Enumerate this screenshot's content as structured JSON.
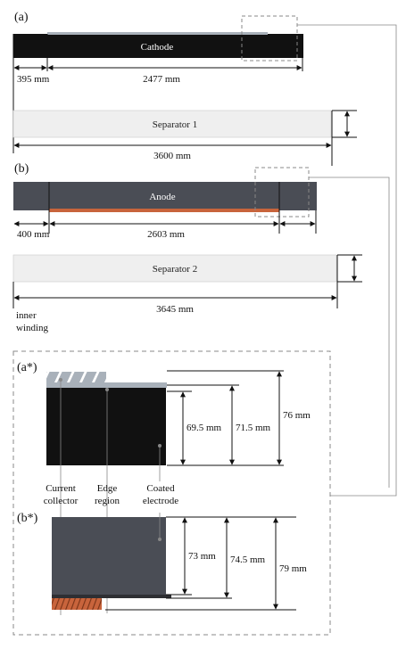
{
  "panels": {
    "a": "(a)",
    "b": "(b)",
    "a_star": "(a*)",
    "b_star": "(b*)"
  },
  "bars": {
    "cathode": "Cathode",
    "separator1": "Separator 1",
    "anode": "Anode",
    "separator2": "Separator 2"
  },
  "dimensions": {
    "cathode_start": "395 mm",
    "cathode_length": "2477 mm",
    "separator1_length": "3600 mm",
    "anode_start": "400 mm",
    "anode_length": "2603 mm",
    "separator2_length": "3645 mm",
    "cathode_coated_height": "69.5 mm",
    "cathode_full_height": "71.5 mm",
    "cathode_sep_height": "76 mm",
    "anode_coated_height": "73 mm",
    "anode_full_height": "74.5 mm",
    "anode_sep_height": "79 mm"
  },
  "labels": {
    "inner_winding_1": "inner",
    "inner_winding_2": "winding",
    "current_collector_1": "Current",
    "current_collector_2": "collector",
    "edge_region_1": "Edge",
    "edge_region_2": "region",
    "coated_electrode_1": "Coated",
    "coated_electrode_2": "electrode"
  },
  "colors": {
    "cathode": "#111111",
    "anode": "#4a4d55",
    "separator": "#efefef",
    "copper": "#c8643c",
    "aluminum": "#a9b1ba"
  }
}
